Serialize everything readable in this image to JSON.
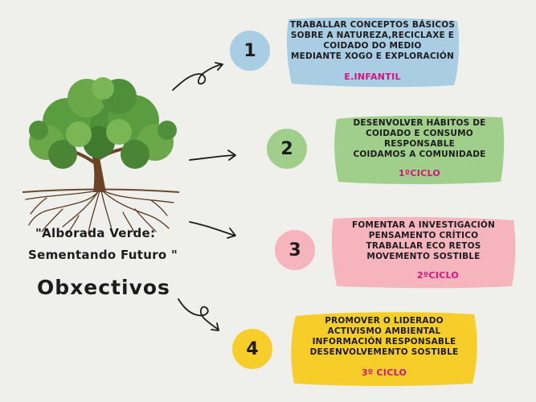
{
  "caption_line1": "\"Alborada Verde:",
  "caption_line2": "Sementando Futuro \"",
  "title": "Obxectivos",
  "objectives": [
    {
      "number": "1",
      "lines": [
        "TRABALLAR CONCEPTOS BÁSICOS",
        "SOBRE A NATUREZA,RECICLAXE E",
        "COIDADO DO MEDIO",
        "MEDIANTE XOGO E EXPLORACIÓN"
      ],
      "level": "E.INFANTIL",
      "circle_color": "#a9cde3",
      "blob_color": "#a9cde3"
    },
    {
      "number": "2",
      "lines": [
        "DESENVOLVER HÁBITOS DE",
        "COIDADO E CONSUMO",
        "RESPONSABLE",
        "COIDAMOS A COMUNIDADE"
      ],
      "level": "1ºCICLO",
      "circle_color": "#9fcf8a",
      "blob_color": "#9fcf8a"
    },
    {
      "number": "3",
      "lines": [
        "FOMENTAR A INVESTIGACIÓN",
        "PENSAMENTO CRÍTICO",
        "TRABALLAR  ECO RETOS",
        "MOVEMENTO SOSTIBLE"
      ],
      "level": "2ºCICLO",
      "circle_color": "#f6b4bd",
      "blob_color": "#f6b4bd"
    },
    {
      "number": "4",
      "lines": [
        "PROMOVER O LIDERADO",
        "ACTIVISMO AMBIENTAL",
        "INFORMACIÓN RESPONSABLE",
        "DESENVOLVEMENTO SOSTIBLE"
      ],
      "level": "3º CICLO",
      "circle_color": "#f7cd2a",
      "blob_color": "#f7cd2a"
    }
  ]
}
